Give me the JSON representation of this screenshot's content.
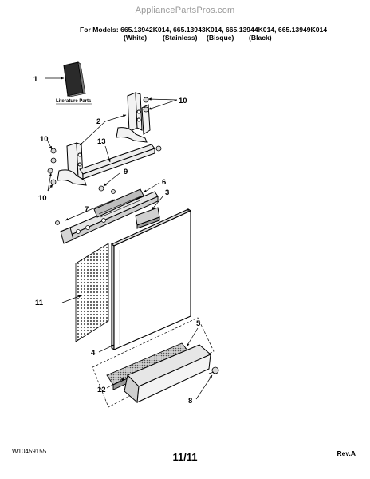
{
  "watermark": "AppliancePartsPros.com",
  "header": {
    "models_line": "For Models: 665.13942K014, 665.13943K014, 665.13944K014, 665.13949K014",
    "finishes": [
      "(White)",
      "(Stainless)",
      "(Bisque)",
      "(Black)"
    ]
  },
  "literature_label": "Literature Parts",
  "callouts": {
    "c1": "1",
    "c2": "2",
    "c3": "3",
    "c4": "4",
    "c5": "5",
    "c6": "6",
    "c7": "7",
    "c8": "8",
    "c9": "9",
    "c10a": "10",
    "c10b": "10",
    "c10c": "10",
    "c11": "11",
    "c12": "12",
    "c13": "13"
  },
  "footer": {
    "doc_number": "W10459155",
    "page": "11/11",
    "revision": "Rev.A"
  }
}
